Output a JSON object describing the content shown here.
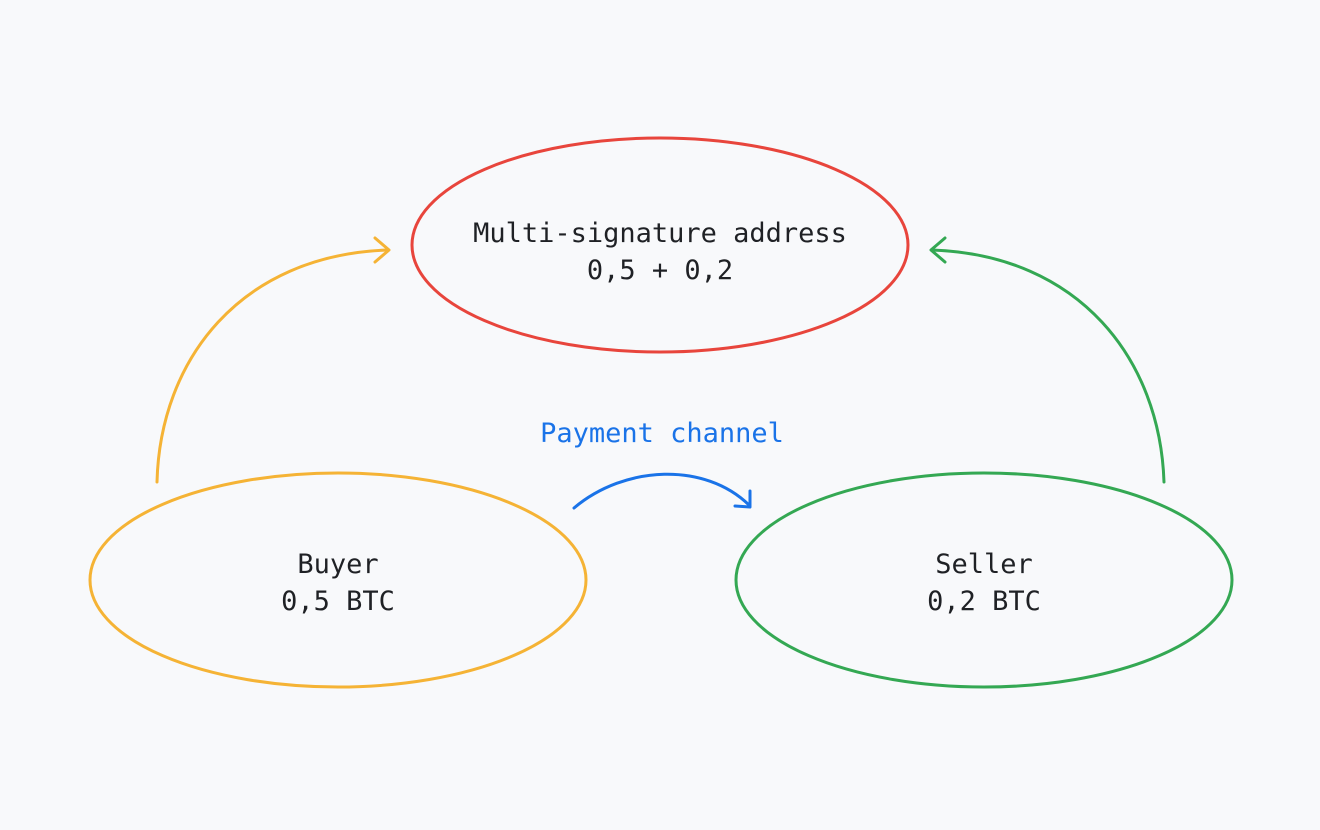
{
  "multisig": {
    "title": "Multi-signature address",
    "amounts": "0,5 + 0,2"
  },
  "buyer": {
    "title": "Buyer",
    "amount": "0,5 BTC"
  },
  "seller": {
    "title": "Seller",
    "amount": "0,2 BTC"
  },
  "channel": {
    "label": "Payment channel"
  },
  "colors": {
    "multisig": "#e8453c",
    "buyer": "#f5b335",
    "seller": "#34a853",
    "channel": "#1a73e8",
    "text": "#1f2125"
  }
}
